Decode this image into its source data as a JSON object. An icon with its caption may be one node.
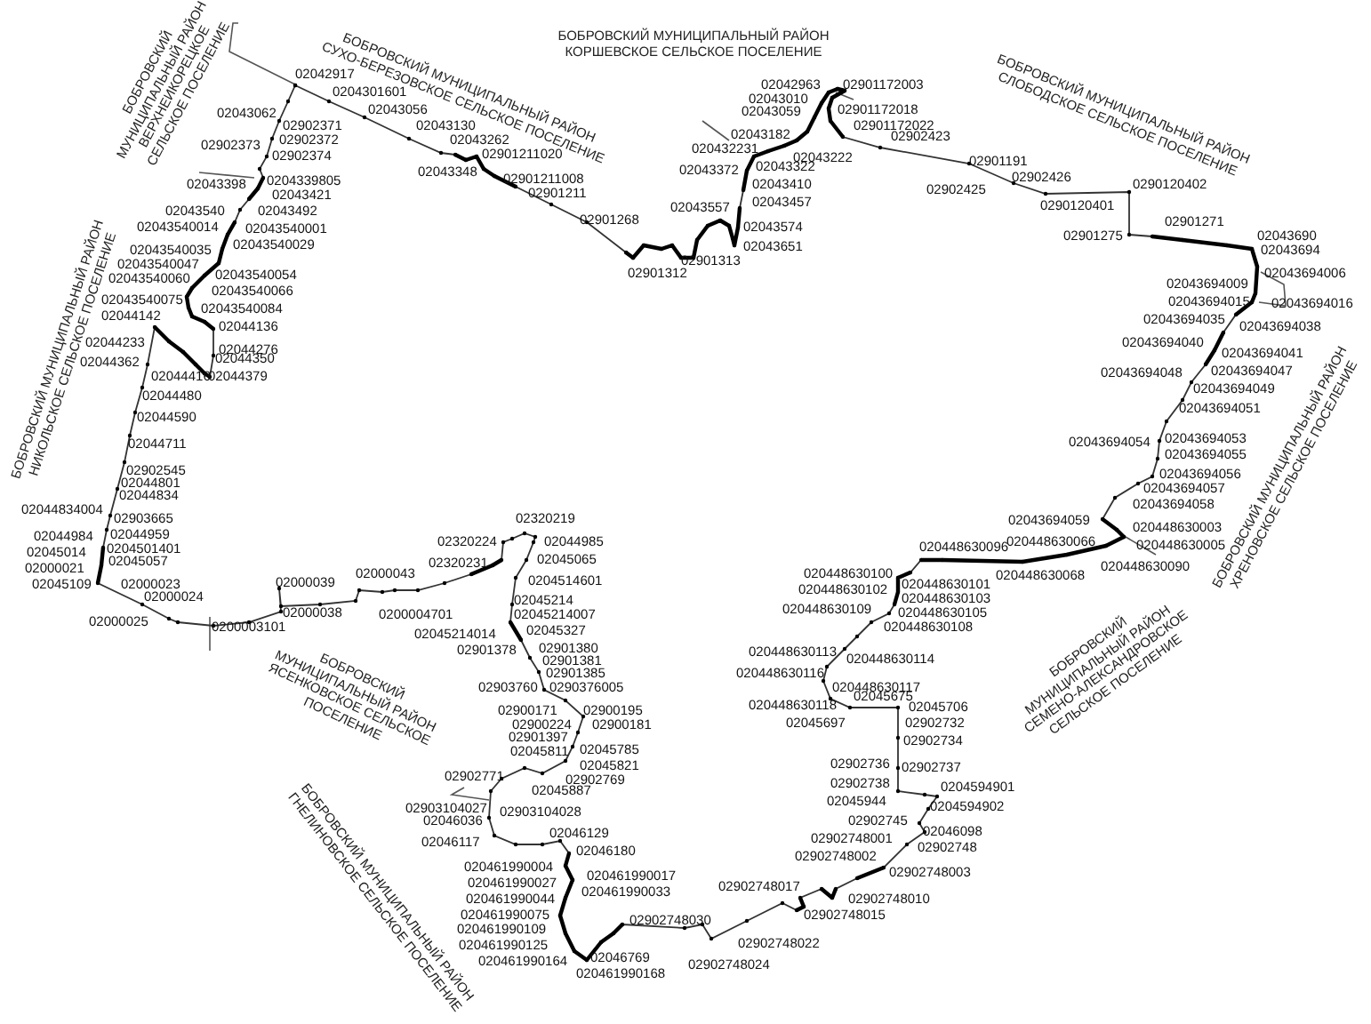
{
  "diagram": {
    "labels": [
      "БОБРОВСКИЙ МУНИЦИПАЛЬНЫЙ РАЙОН ВЕРХНЕИКОРЕЦКОЕ СЕЛЬСКОЕ ПОСЕЛЕНИЕ",
      "БОБРОВСКИЙ МУНИЦИПАЛЬНЫЙ РАЙОН СУХО-БЕРЕЗОВСКОЕ СЕЛЬСКОЕ ПОСЕЛЕНИЕ",
      "БОБРОВСКИЙ МУНИЦИПАЛЬНЫЙ РАЙОН КОРШЕВСКОЕ СЕЛЬСКОЕ ПОСЕЛЕНИЕ",
      "БОБРОВСКИЙ МУНИЦИПАЛЬНЫЙ РАЙОН СЛОБОДСКОЕ СЕЛЬСКОЕ ПОСЕЛЕНИЕ",
      "БОБРОВСКИЙ МУНИЦИПАЛЬНЫЙ РАЙОН НИКОЛЬСКОЕ СЕЛЬСКОЕ ПОСЕЛЕНИЕ",
      "БОБРОВСКИЙ МУНИЦИПАЛЬНЫЙ РАЙОН ХРЕНОВСКОЕ СЕЛЬСКОЕ ПОСЕЛЕНИЕ",
      "БОБРОВСКИЙ МУНИЦИПАЛЬНЫЙ РАЙОН ЯСЕНКОВСКОЕ СЕЛЬСКОЕ ПОСЕЛЕНИЕ",
      "БОБРОВСКИЙ МУНИЦИПАЛЬНЫЙ РАЙОН ГНЕЛИНОВСКОЕ СЕЛЬСКОЕ ПОСЕЛЕНИЕ",
      "БОБРОВСКИЙ МУНИЦИПАЛЬНЫЙ РАЙОН СЕМЕНО-АЛЕКСАНДРОВСКОЕ СЕЛЬСКОЕ ПОСЕЛЕНИЕ",
      "02042917",
      "0204301601",
      "02043056",
      "02043130",
      "02043062",
      "02902371",
      "02902372",
      "02902373",
      "02902374",
      "02043262",
      "02901211020",
      "02043348",
      "02901211008",
      "02901211",
      "02901268",
      "02901312",
      "02901313",
      "02043398",
      "0204339805",
      "02043421",
      "02043540",
      "02043492",
      "02043540014",
      "02043540001",
      "02043540029",
      "02043540035",
      "02043540047",
      "02043540060",
      "02043540054",
      "02043540066",
      "02043540075",
      "02043540084",
      "02044142",
      "02044136",
      "02044233",
      "02044276",
      "02044362",
      "02044350",
      "02044416",
      "02044379",
      "02044480",
      "02044590",
      "02044711",
      "02902545",
      "02044801",
      "02044834",
      "02044834004",
      "02903665",
      "02044984",
      "02044959",
      "02045014",
      "0204501401",
      "02045057",
      "02000021",
      "02045109",
      "02000023",
      "02000024",
      "02000025",
      "0200003101",
      "02000039",
      "02000038",
      "02000043",
      "0200004701",
      "02042963",
      "02901172003",
      "02043010",
      "02043059",
      "02901172018",
      "02901172022",
      "02043182",
      "02902423",
      "020432231",
      "02043222",
      "02043372",
      "02043322",
      "02043410",
      "02043457",
      "02043557",
      "02043574",
      "02043651",
      "02901191",
      "02902426",
      "02902425",
      "0290120402",
      "0290120401",
      "02901271",
      "02901275",
      "02043690",
      "02043694",
      "02043694006",
      "02043694009",
      "02043694015",
      "02043694016",
      "02043694035",
      "02043694038",
      "02043694040",
      "02043694041",
      "02043694048",
      "02043694047",
      "02043694049",
      "02043694051",
      "02043694054",
      "02043694053",
      "02043694055",
      "02043694056",
      "02043694057",
      "02043694058",
      "02043694059",
      "020448630003",
      "020448630096",
      "020448630066",
      "020448630005",
      "020448630100",
      "020448630068",
      "020448630090",
      "020448630101",
      "020448630102",
      "020448630103",
      "020448630109",
      "020448630105",
      "020448630108",
      "020448630113",
      "020448630114",
      "020448630116",
      "020448630117",
      "020448630118",
      "02045675",
      "02045706",
      "02045697",
      "02902732",
      "02902734",
      "02902736",
      "02902737",
      "02902738",
      "0204594901",
      "02045944",
      "0204594902",
      "02902745",
      "02046098",
      "02902748001",
      "02902748",
      "02902748002",
      "02902748003",
      "02902748017",
      "02902748010",
      "02902748015",
      "02902748022",
      "02902748024",
      "02320219",
      "02320224",
      "02044985",
      "02320231",
      "02045065",
      "0204514601",
      "02045214",
      "02045214007",
      "02045214014",
      "02045327",
      "02901378",
      "02901380",
      "02901381",
      "02901385",
      "02903760",
      "0290376005",
      "02900171",
      "02900195",
      "02900224",
      "02900181",
      "02901397",
      "02045811",
      "02045785",
      "02045821",
      "02902771",
      "02902769",
      "02045887",
      "02903104027",
      "02903104028",
      "02046036",
      "02046117",
      "02046129",
      "02046180",
      "020461990004",
      "020461990017",
      "020461990027",
      "020461990033",
      "020461990044",
      "020461990075",
      "02902748030",
      "020461990109",
      "020461990125",
      "020461990164",
      "02046769",
      "020461990168"
    ]
  }
}
